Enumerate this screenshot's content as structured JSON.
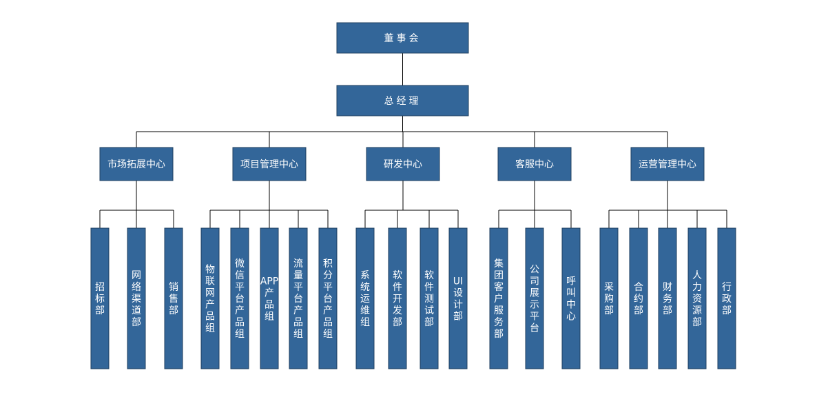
{
  "org_chart": {
    "colors": {
      "box_fill": "#336699",
      "box_stroke": "#1f3f5f",
      "line": "#000000",
      "text": "#ffffff"
    },
    "board": "董事会",
    "gm": "总经理",
    "centers": [
      {
        "name": "市场拓展中心",
        "departments": [
          "招标部",
          "网络渠道部",
          "销售部"
        ]
      },
      {
        "name": "项目管理中心",
        "departments": [
          "物联网产品组",
          "微信平台产品组",
          "APP产品组",
          "流量平台产品组",
          "积分平台产品组"
        ]
      },
      {
        "name": "研发中心",
        "departments": [
          "系统运维组",
          "软件开发部",
          "软件测试部",
          "UI设计部"
        ]
      },
      {
        "name": "客服中心",
        "departments": [
          "集团客户服务部",
          "公司展示平台",
          "呼叫中心"
        ]
      },
      {
        "name": "运营管理中心",
        "departments": [
          "采购部",
          "合约部",
          "财务部",
          "人力资源部",
          "行政部"
        ]
      }
    ]
  }
}
